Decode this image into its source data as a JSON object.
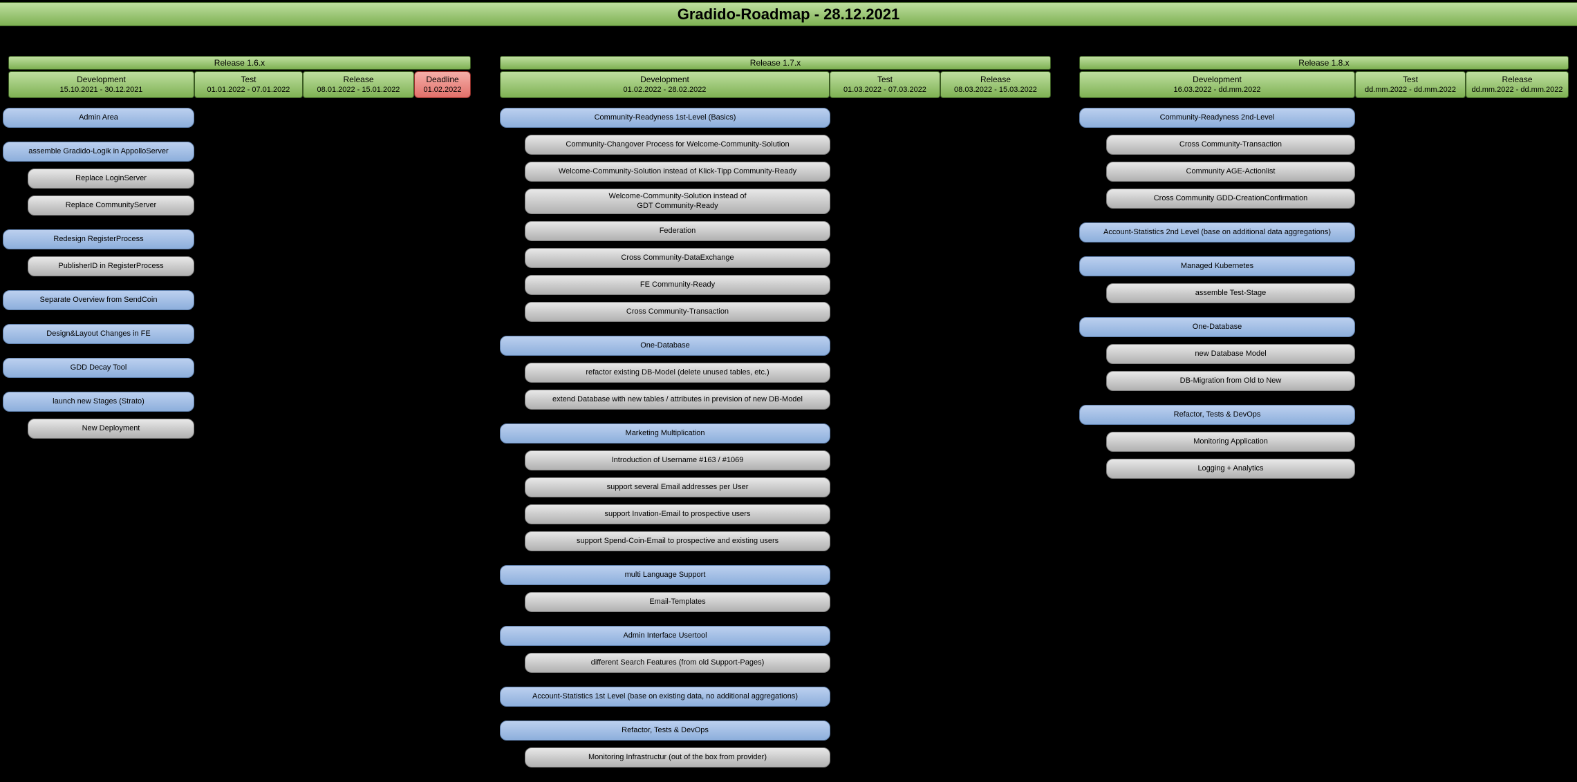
{
  "title": "Gradido-Roadmap - 28.12.2021",
  "colors": {
    "background": "#000000",
    "text": "#000000",
    "green_light": "#bfdfa0",
    "green_dark": "#7eb153",
    "green_border": "#3a5a22",
    "blue_light": "#bcd0ef",
    "blue_dark": "#8dafdc",
    "blue_border": "#5f80ad",
    "gray_light": "#e8e8e8",
    "gray_dark": "#b1b1b1",
    "gray_border": "#808080",
    "red_light": "#f5afa9",
    "red_dark": "#e1706a",
    "red_border": "#8f2f2a"
  },
  "columns": [
    {
      "release": "Release 1.6.x",
      "phases": [
        {
          "label": "Development",
          "dates": "15.10.2021 - 30.12.2021",
          "type": "green"
        },
        {
          "label": "Test",
          "dates": "01.01.2022 - 07.01.2022",
          "type": "green"
        },
        {
          "label": "Release",
          "dates": "08.01.2022 - 15.01.2022",
          "type": "green"
        },
        {
          "label": "Deadline",
          "dates": "01.02.2022",
          "type": "red"
        }
      ],
      "tasks": [
        {
          "label": "Admin Area",
          "level": "parent"
        },
        {
          "label": "assemble Gradido-Logik in AppolloServer",
          "level": "parent"
        },
        {
          "label": "Replace LoginServer",
          "level": "child"
        },
        {
          "label": "Replace CommunityServer",
          "level": "child"
        },
        {
          "label": "Redesign RegisterProcess",
          "level": "parent"
        },
        {
          "label": "PublisherID in RegisterProcess",
          "level": "child"
        },
        {
          "label": "Separate Overview from SendCoin",
          "level": "parent"
        },
        {
          "label": "Design&Layout Changes in FE",
          "level": "parent"
        },
        {
          "label": "GDD Decay Tool",
          "level": "parent"
        },
        {
          "label": "launch new Stages (Strato)",
          "level": "parent"
        },
        {
          "label": "New Deployment",
          "level": "child"
        }
      ]
    },
    {
      "release": "Release 1.7.x",
      "phases": [
        {
          "label": "Development",
          "dates": "01.02.2022 - 28.02.2022",
          "type": "green"
        },
        {
          "label": "Test",
          "dates": "01.03.2022 - 07.03.2022",
          "type": "green"
        },
        {
          "label": "Release",
          "dates": "08.03.2022 - 15.03.2022",
          "type": "green"
        }
      ],
      "tasks": [
        {
          "label": "Community-Readyness 1st-Level (Basics)",
          "level": "parent"
        },
        {
          "label": "Community-Changover Process for Welcome-Community-Solution",
          "level": "child"
        },
        {
          "label": "Welcome-Community-Solution instead of Klick-Tipp Community-Ready",
          "level": "child"
        },
        {
          "label": "Welcome-Community-Solution instead of\nGDT Community-Ready",
          "level": "child"
        },
        {
          "label": "Federation",
          "level": "child"
        },
        {
          "label": "Cross Community-DataExchange",
          "level": "child"
        },
        {
          "label": "FE Community-Ready",
          "level": "child"
        },
        {
          "label": "Cross Community-Transaction",
          "level": "child"
        },
        {
          "label": "One-Database",
          "level": "parent"
        },
        {
          "label": "refactor existing DB-Model (delete unused tables, etc.)",
          "level": "child"
        },
        {
          "label": "extend Database with new tables / attributes in prevision of new DB-Model",
          "level": "child"
        },
        {
          "label": "Marketing Multiplication",
          "level": "parent"
        },
        {
          "label": "Introduction of Username #163 / #1069",
          "level": "child"
        },
        {
          "label": "support several Email addresses per User",
          "level": "child"
        },
        {
          "label": "support Invation-Email to prospective users",
          "level": "child"
        },
        {
          "label": "support Spend-Coin-Email to prospective and existing users",
          "level": "child"
        },
        {
          "label": "multi Language Support",
          "level": "parent"
        },
        {
          "label": "Email-Templates",
          "level": "child"
        },
        {
          "label": "Admin Interface Usertool",
          "level": "parent"
        },
        {
          "label": "different Search Features (from old Support-Pages)",
          "level": "child"
        },
        {
          "label": "Account-Statistics 1st Level (base on existing data, no additional aggregations)",
          "level": "parent"
        },
        {
          "label": "Refactor, Tests & DevOps",
          "level": "parent"
        },
        {
          "label": "Monitoring Infrastructur (out of the box from provider)",
          "level": "child"
        }
      ]
    },
    {
      "release": "Release 1.8.x",
      "phases": [
        {
          "label": "Development",
          "dates": "16.03.2022 - dd.mm.2022",
          "type": "green"
        },
        {
          "label": "Test",
          "dates": "dd.mm.2022 - dd.mm.2022",
          "type": "green"
        },
        {
          "label": "Release",
          "dates": "dd.mm.2022 - dd.mm.2022",
          "type": "green"
        }
      ],
      "tasks": [
        {
          "label": "Community-Readyness 2nd-Level",
          "level": "parent"
        },
        {
          "label": "Cross Community-Transaction",
          "level": "child"
        },
        {
          "label": "Community AGE-Actionlist",
          "level": "child"
        },
        {
          "label": "Cross Community GDD-CreationConfirmation",
          "level": "child"
        },
        {
          "label": "Account-Statistics 2nd Level (base on additional data aggregations)",
          "level": "parent"
        },
        {
          "label": "Managed Kubernetes",
          "level": "parent"
        },
        {
          "label": "assemble Test-Stage",
          "level": "child"
        },
        {
          "label": "One-Database",
          "level": "parent"
        },
        {
          "label": "new Database Model",
          "level": "child"
        },
        {
          "label": "DB-Migration from Old to New",
          "level": "child"
        },
        {
          "label": "Refactor, Tests & DevOps",
          "level": "parent"
        },
        {
          "label": "Monitoring Application",
          "level": "child"
        },
        {
          "label": "Logging + Analytics",
          "level": "child"
        }
      ]
    }
  ]
}
